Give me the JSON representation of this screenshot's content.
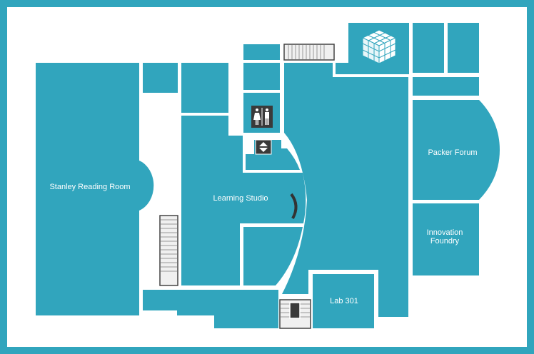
{
  "colors": {
    "room": "#31a5bd",
    "frame": "#31a5bd",
    "stairs": "#f0f0f0",
    "icon_bg": "#3a3a3a"
  },
  "rooms": {
    "stanley": "Stanley Reading Room",
    "learning": "Learning Studio",
    "packer": "Packer Forum",
    "innovation_line1": "Innovation",
    "innovation_line2": "Foundry",
    "lab": "Lab 301"
  },
  "icons": [
    "restroom-icon",
    "elevator-icon",
    "stairs-icon",
    "cube-logo-icon"
  ]
}
